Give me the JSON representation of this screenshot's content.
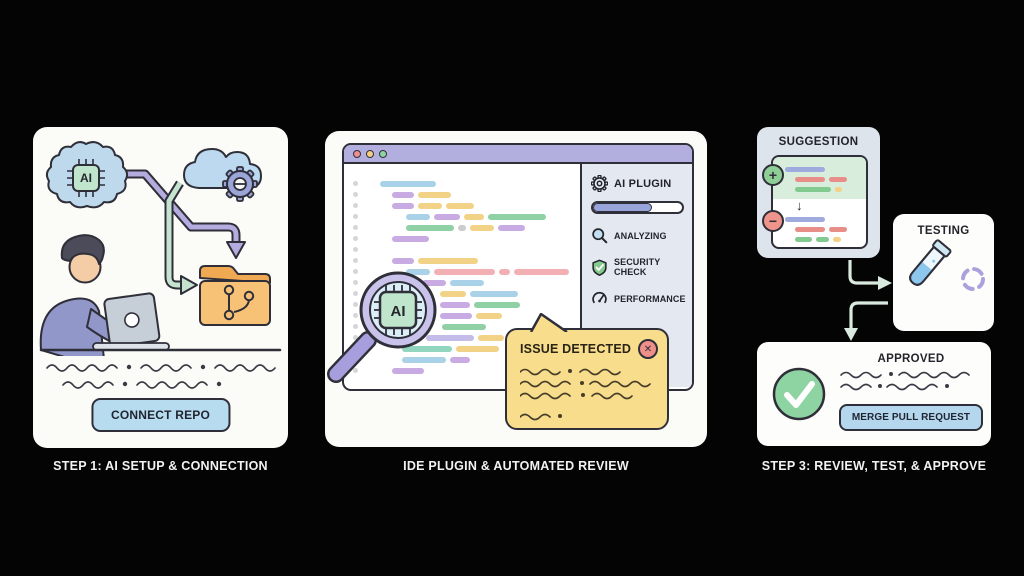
{
  "captions": {
    "step1": "STEP 1: AI SETUP & CONNECTION",
    "step2": "IDE PLUGIN & AUTOMATED REVIEW",
    "step3": "STEP 3: REVIEW, TEST, & APPROVE"
  },
  "colors": {
    "blue": "#a9d2e8",
    "purple": "#c9abe3",
    "yellow": "#f2d287",
    "green": "#8fd0a5",
    "pink": "#f2b0b5",
    "lavender": "#c4bce8",
    "gray": "#cccccc",
    "teal": "#93d6c0",
    "periwinkle": "#9fabdf",
    "red": "#e88e88",
    "dgreen": "#82ca90"
  },
  "ui_colors": {
    "background": "#000000",
    "card": "#fbfbf7",
    "titlebar_purple": "#b2aedd",
    "sidebar_gray": "#e4e9f1",
    "progress_fill": "#97a3d9",
    "bubble_yellow": "#f8dd8d",
    "folder_orange": "#f7c276",
    "button_blue": "#b8dcef",
    "shield_green": "#85ca8e",
    "check_green": "#8ed3a2",
    "error_red": "#ef8f8a",
    "outline_dark": "#2f2f3a",
    "flow_arrow_mint": "#d9e9df"
  },
  "panel1": {
    "ai_chip_label": "AI",
    "connect_button": "CONNECT REPO",
    "icons": [
      "ai-brain-icon",
      "cloud-gear-icon",
      "person-laptop-icon",
      "git-repo-folder-icon"
    ]
  },
  "panel2": {
    "plugin_title": "AI PLUGIN",
    "plugin_icon": "gear-icon",
    "progress_percent": 66,
    "status_items": [
      {
        "icon": "magnifier-icon",
        "label": "ANALYZING"
      },
      {
        "icon": "shield-check-icon",
        "label": "SECURITY CHECK"
      },
      {
        "icon": "gauge-icon",
        "label": "PERFORMANCE"
      }
    ],
    "magnifier_chip_label": "AI",
    "issue_bubble_title": "ISSUE DETECTED",
    "issue_close_icon": "close-x-icon",
    "code_lines": [
      {
        "ind": 14,
        "seg": [
          [
            "blue",
            56
          ]
        ]
      },
      {
        "ind": 26,
        "seg": [
          [
            "purple",
            22
          ],
          [
            "yellow",
            33
          ]
        ]
      },
      {
        "ind": 26,
        "seg": [
          [
            "purple",
            22
          ],
          [
            "yellow",
            24
          ],
          [
            "yellow",
            28
          ]
        ]
      },
      {
        "ind": 40,
        "seg": [
          [
            "blue",
            24
          ],
          [
            "purple",
            26
          ],
          [
            "yellow",
            20
          ],
          [
            "green",
            58
          ]
        ]
      },
      {
        "ind": 40,
        "seg": [
          [
            "green",
            48
          ],
          [
            "gray",
            8
          ],
          [
            "yellow",
            24
          ],
          [
            "purple",
            27
          ]
        ]
      },
      {
        "ind": 26,
        "seg": [
          [
            "purple",
            37
          ]
        ]
      },
      {
        "ind": 0,
        "seg": []
      },
      {
        "ind": 26,
        "seg": [
          [
            "purple",
            22
          ],
          [
            "yellow",
            60
          ]
        ]
      },
      {
        "ind": 40,
        "seg": [
          [
            "blue",
            24
          ],
          [
            "pink",
            61
          ],
          [
            "pink",
            11
          ],
          [
            "pink",
            55
          ]
        ]
      },
      {
        "ind": 56,
        "seg": [
          [
            "purple",
            24
          ],
          [
            "blue",
            34
          ]
        ]
      },
      {
        "ind": 74,
        "seg": [
          [
            "yellow",
            26
          ],
          [
            "blue",
            48
          ]
        ]
      },
      {
        "ind": 74,
        "seg": [
          [
            "purple",
            30
          ],
          [
            "green",
            46
          ]
        ]
      },
      {
        "ind": 74,
        "seg": [
          [
            "purple",
            32
          ],
          [
            "yellow",
            26
          ]
        ]
      },
      {
        "ind": 76,
        "seg": [
          [
            "green",
            44
          ]
        ]
      },
      {
        "ind": 60,
        "seg": [
          [
            "lavender",
            48
          ],
          [
            "yellow",
            26
          ],
          [
            "green",
            18
          ]
        ]
      },
      {
        "ind": 36,
        "seg": [
          [
            "teal",
            50
          ],
          [
            "yellow",
            43
          ]
        ]
      },
      {
        "ind": 36,
        "seg": [
          [
            "blue",
            44
          ],
          [
            "purple",
            20
          ]
        ]
      },
      {
        "ind": 26,
        "seg": [
          [
            "purple",
            32
          ]
        ]
      }
    ]
  },
  "panel3": {
    "suggestion_title": "SUGGESTION",
    "diff_add_icon": "plus-icon",
    "diff_remove_icon": "minus-icon",
    "diff_arrow_icon": "arrow-down-icon",
    "diff_arrow_glyph": "↓",
    "plus_glyph": "+",
    "minus_glyph": "−",
    "x_glyph": "✕",
    "diff": {
      "added": [
        {
          "ind": 12,
          "seg": [
            [
              "periwinkle",
              40
            ]
          ]
        },
        {
          "ind": 22,
          "seg": [
            [
              "red",
              30
            ],
            [
              "red",
              18
            ]
          ]
        },
        {
          "ind": 22,
          "seg": [
            [
              "dgreen",
              36
            ],
            [
              "yellow",
              7
            ]
          ]
        }
      ],
      "removed": [
        {
          "ind": 12,
          "seg": [
            [
              "periwinkle",
              40
            ]
          ]
        },
        {
          "ind": 22,
          "seg": [
            [
              "red",
              30
            ],
            [
              "red",
              18
            ]
          ]
        },
        {
          "ind": 22,
          "seg": [
            [
              "dgreen",
              17
            ],
            [
              "dgreen",
              13
            ],
            [
              "yellow",
              8
            ]
          ]
        }
      ]
    },
    "testing_title": "TESTING",
    "testing_icons": [
      "test-tube-icon",
      "loading-spinner-icon"
    ],
    "approved_title": "APPROVED",
    "approved_icon": "check-circle-icon",
    "merge_button": "MERGE PULL REQUEST"
  }
}
